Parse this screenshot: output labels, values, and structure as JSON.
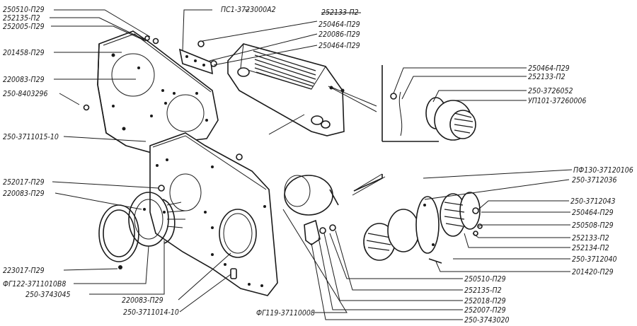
{
  "labels": {
    "l01": "250510-П29",
    "l02": "252135-П2",
    "l03": "252005-П29",
    "l04": "201458-П29",
    "l05": "220083-П29",
    "l06": "250-8403296",
    "l07": "250-3711015-10",
    "l08": "252017-П29",
    "l09": "220083-П29",
    "l10": "223017-П29",
    "l11": "ФГ122-3711010В8",
    "l12": "250-3743045",
    "l13": "220083-П29",
    "l14": "250-3711014-10",
    "l15": "ФГ119-37110008",
    "l16": "ПС1-3723000А2",
    "l17": "252133-П2",
    "l18": "250464-П29",
    "l19": "220086-П29",
    "l20": "250464-П29",
    "l21": "250464-П29",
    "l22": "252133-П2",
    "l23": "250-3726052",
    "l24": "УП101-37260006",
    "l25": "ПФ130-37120106",
    "l26": "250-3712036",
    "l27": "250-3712043",
    "l28": "250464-П29",
    "l29": "250508-П29",
    "l30": "252133-П2",
    "l31": "252134-П2",
    "l32": "250-3712040",
    "l33": "201420-П29",
    "l34": "250510-П29",
    "l35": "252135-П2",
    "l36": "252018-П29",
    "l37": "252007-П29",
    "l38": "250-3743020"
  }
}
